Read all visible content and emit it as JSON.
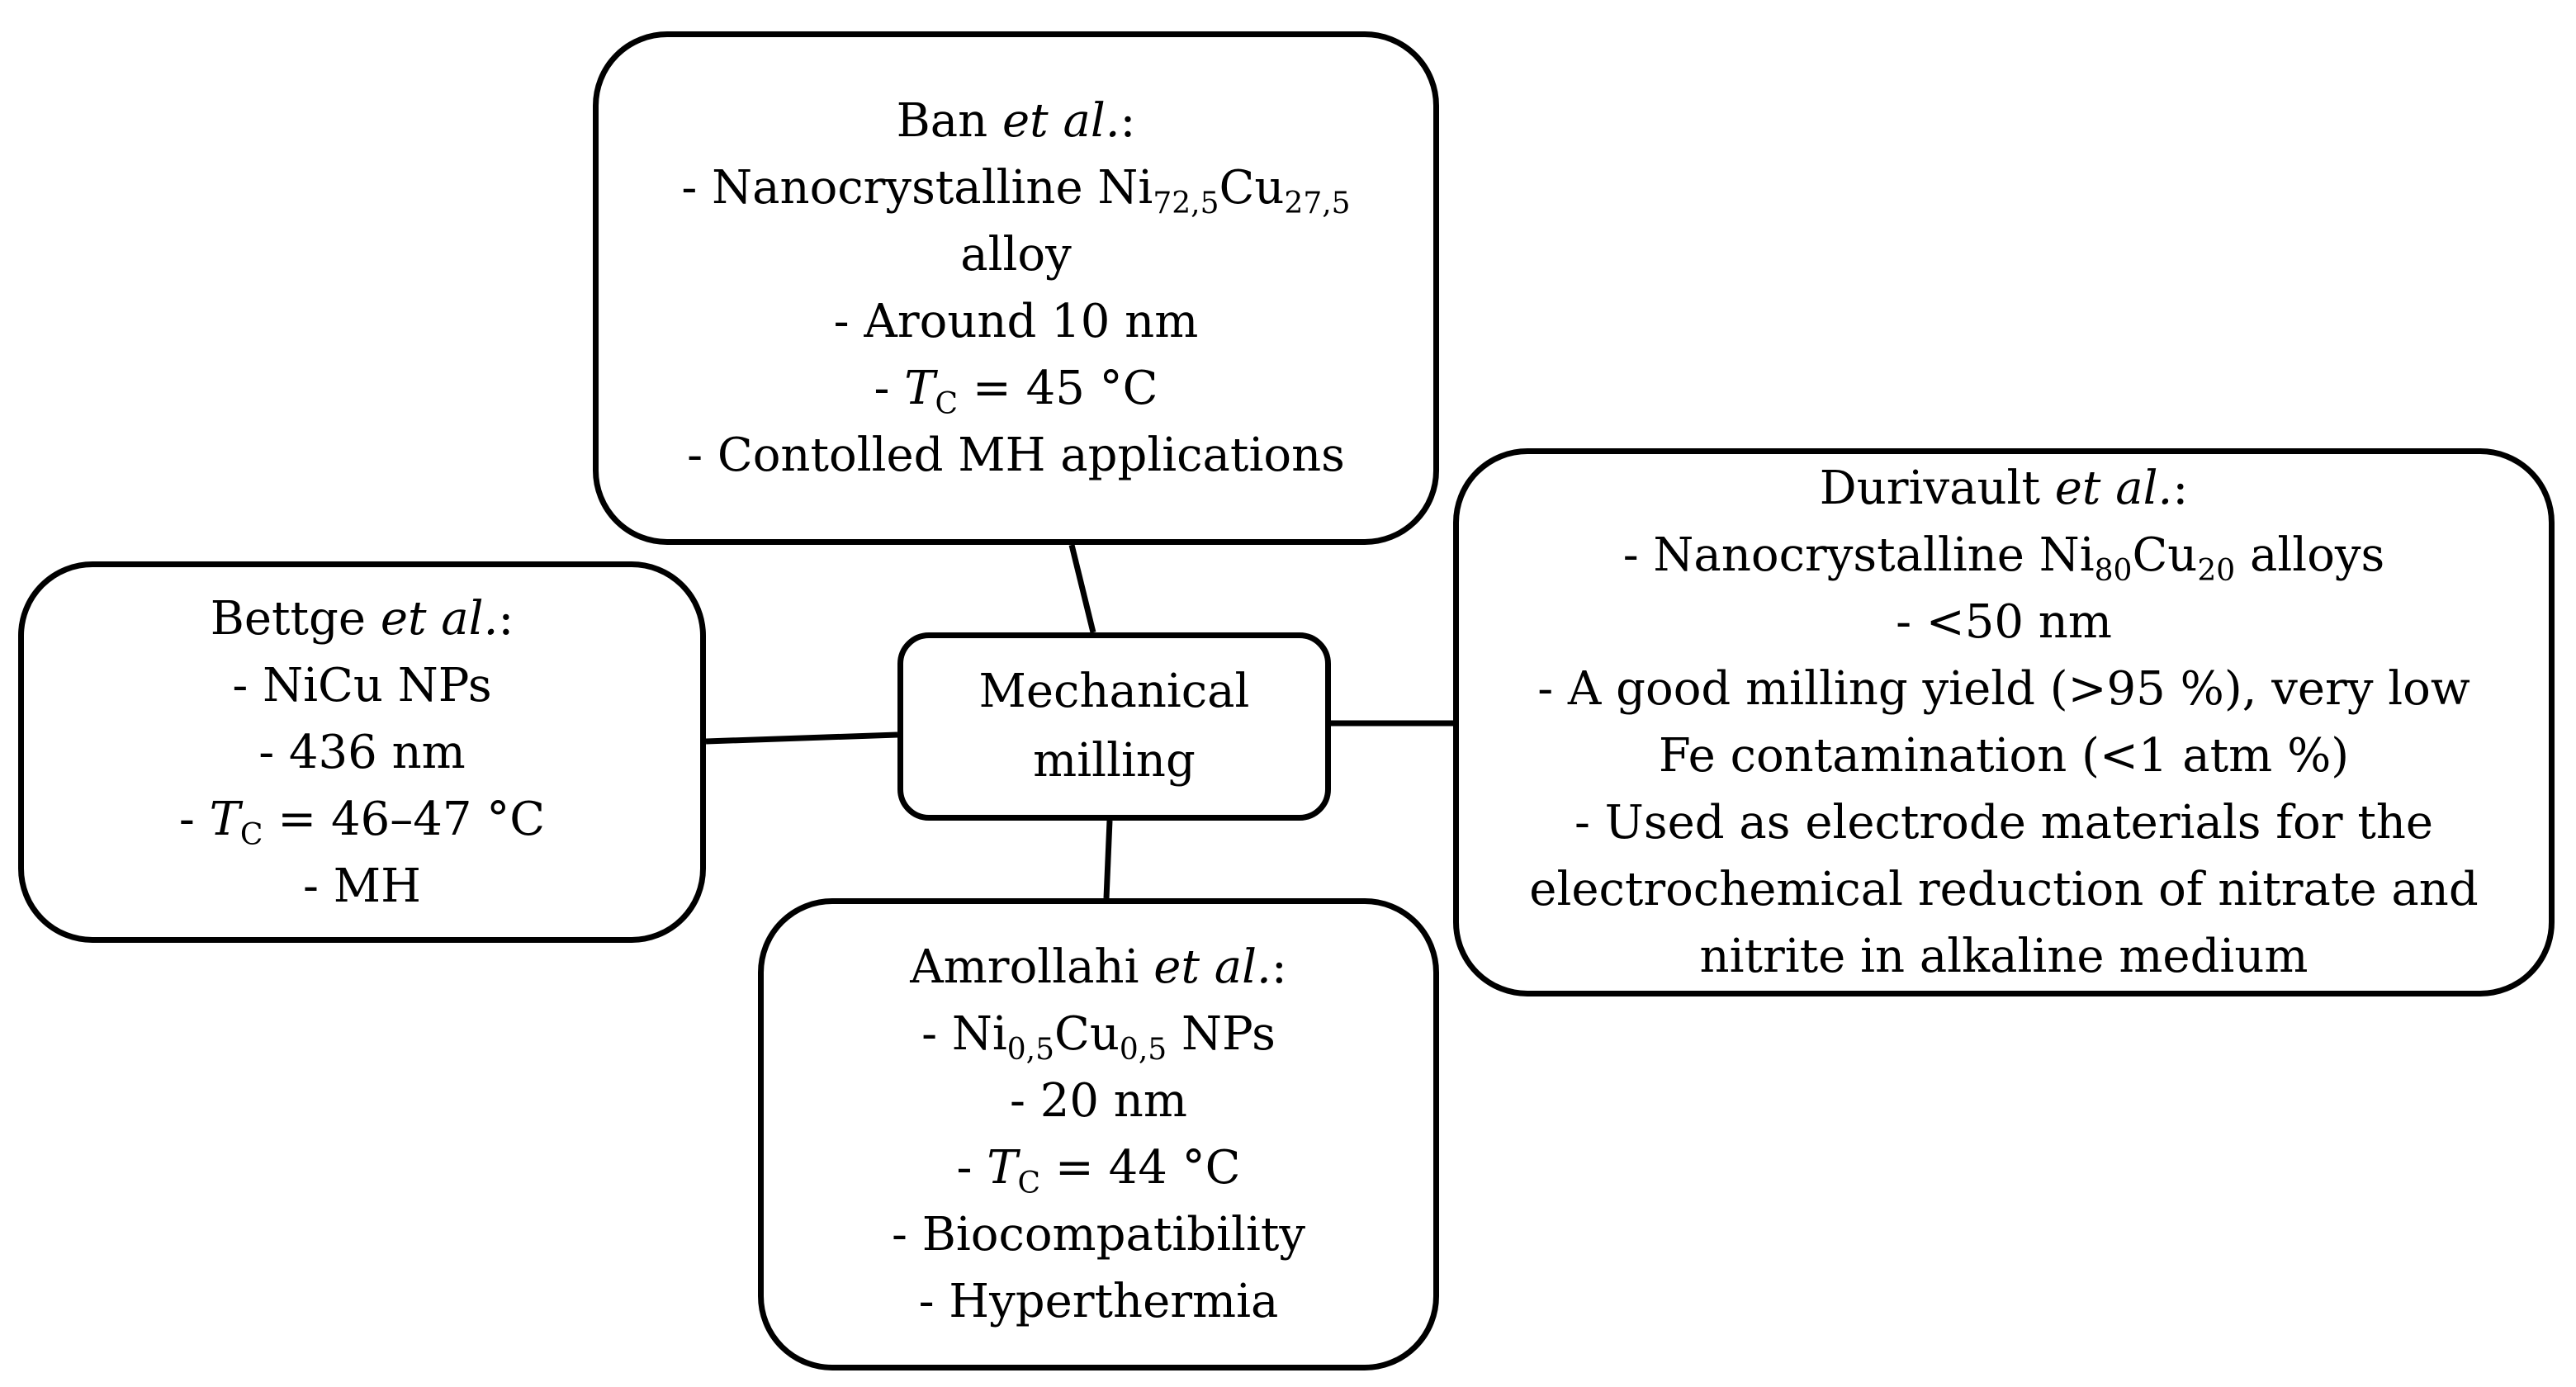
{
  "center": {
    "line1": "Mechanical",
    "line2": "milling"
  },
  "ban": {
    "author": "Ban",
    "etal": "et al.",
    "colon": ":",
    "item1_prefix": "- Nanocrystalline Ni",
    "item1_sub1": "72,5",
    "item1_mid": "Cu",
    "item1_sub2": "27,5",
    "item1_cont": "alloy",
    "item2": "- Around 10 nm",
    "item3_prefix": "- ",
    "item3_T": "T",
    "item3_sub": "C",
    "item3_value": " = 45 °C",
    "item4": "- Contolled MH applications"
  },
  "durivault": {
    "author": "Durivault",
    "etal": "et al.",
    "colon": ":",
    "item1_prefix": "- Nanocrystalline Ni",
    "item1_sub1": "80",
    "item1_mid": "Cu",
    "item1_sub2": "20",
    "item1_suffix": " alloys",
    "item2": "- <50 nm",
    "item3_line1": "- A good milling yield (>95 %), very low",
    "item3_line2": "Fe contamination (<1 atm %)",
    "item4_line1": "- Used as electrode materials for the",
    "item4_line2": "electrochemical reduction of nitrate and",
    "item4_line3": "nitrite in alkaline medium"
  },
  "bettge": {
    "author": "Bettge",
    "etal": "et al.",
    "colon": ":",
    "item1": "- NiCu NPs",
    "item2": "- 436 nm",
    "item3_prefix": "- ",
    "item3_T": "T",
    "item3_sub": "C",
    "item3_value": " = 46–47 °C",
    "item4": "- MH"
  },
  "amrollahi": {
    "author": "Amrollahi",
    "etal": "et al.",
    "colon": ":",
    "item1_prefix": "- Ni",
    "item1_sub1": "0,5",
    "item1_mid": "Cu",
    "item1_sub2": "0,5",
    "item1_suffix": " NPs",
    "item2": "- 20 nm",
    "item3_prefix": "- ",
    "item3_T": "T",
    "item3_sub": "C",
    "item3_value": " = 44 °C",
    "item4": "- Biocompatibility",
    "item5": "- Hyperthermia"
  }
}
